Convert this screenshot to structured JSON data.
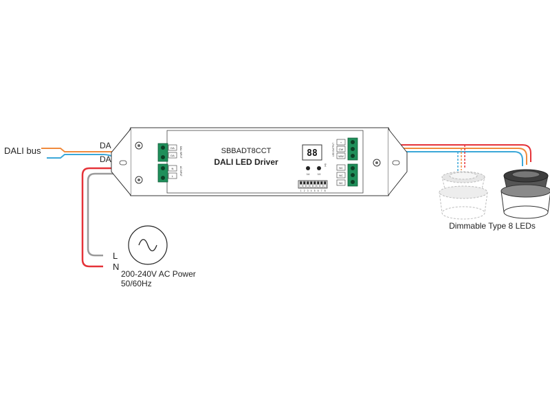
{
  "diagram": {
    "model": "SBBADT8CCT",
    "product_name": "DALI LED Driver",
    "dali_bus_label": "DALI bus",
    "da_label_top": "DA",
    "da_label_bottom": "DA",
    "dali_input_label": "DALI INPUT",
    "ac_input_label": "AC INPUT",
    "input_terminals": [
      "DA",
      "DA",
      "N",
      "L"
    ],
    "led_output_label": "LED OUTPUT",
    "output_terminals": [
      "+",
      "CW",
      "WW"
    ],
    "nc_terminals": [
      "NC",
      "NC",
      "NC"
    ],
    "display_digits": "88",
    "display_caption": "Sel",
    "button_labels": [
      "0-6",
      "0-9"
    ],
    "dip_numbers": [
      "1",
      "2",
      "3",
      "4",
      "5",
      "6",
      "7",
      "8"
    ],
    "leds_label": "Dimmable Type 8 LEDs",
    "power_L": "L",
    "power_N": "N",
    "power_line1": "200-240V AC Power",
    "power_line2": "50/60Hz"
  },
  "colors": {
    "dali_orange": "#f08a3c",
    "dali_blue": "#3aa7d8",
    "live_red": "#e53238",
    "neutral_grey": "#9a9a9a",
    "terminal_green": "#1f8f5a"
  }
}
